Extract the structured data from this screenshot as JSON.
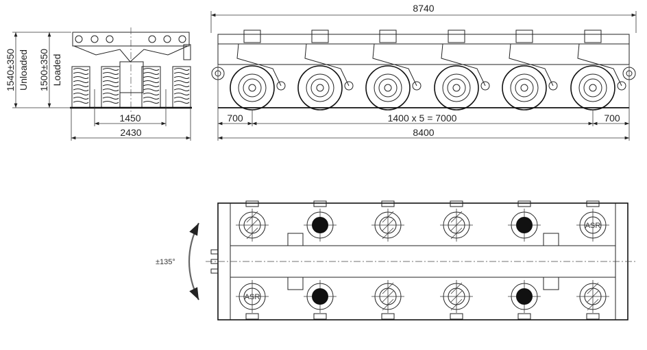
{
  "front_view": {
    "height_unloaded": "1540±350",
    "unloaded_label": "Unloaded",
    "height_loaded": "1500±350",
    "loaded_label": "Loaded",
    "track_width": "1450",
    "overall_width": "2430"
  },
  "side_view": {
    "overall_length": "8740",
    "end_overhang_left": "700",
    "axle_spacing": "1400 x 5 = 7000",
    "end_overhang_right": "700",
    "frame_length": "8400",
    "axle_count": 6
  },
  "top_view": {
    "steering_angle": "±135°",
    "asr_label": "ASR",
    "upper_row": [
      "hatched",
      "filled",
      "hatched",
      "hatched",
      "filled",
      "asr"
    ],
    "lower_row": [
      "asr",
      "filled",
      "hatched",
      "hatched",
      "filled",
      "hatched"
    ]
  }
}
